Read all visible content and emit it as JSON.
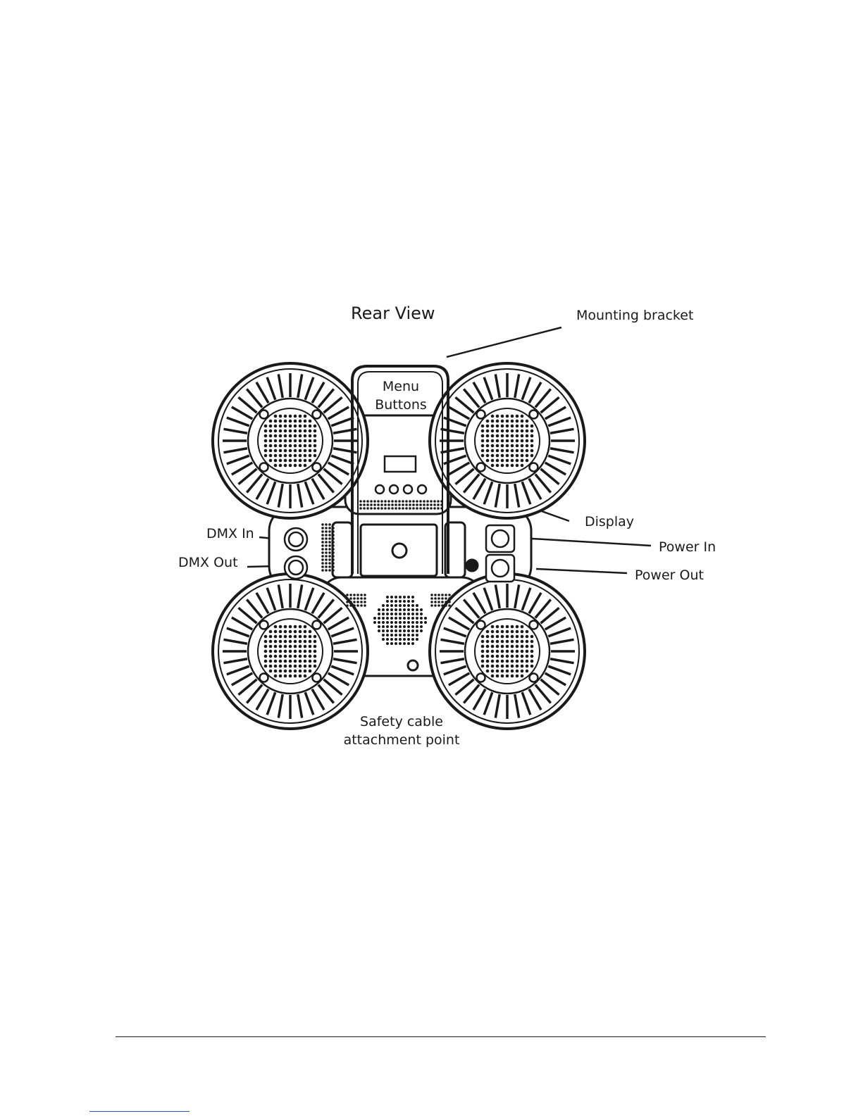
{
  "diagram": {
    "title": "Rear View",
    "callouts": {
      "mounting_bracket": "Mounting bracket",
      "menu_buttons": "Menu\nButtons",
      "display": "Display",
      "dmx_in": "DMX In",
      "dmx_out": "DMX Out",
      "power_in": "Power In",
      "power_out": "Power Out",
      "safety_cable": "Safety cable\nattachment point"
    }
  },
  "colors": {
    "ink": "#1a1a1a",
    "background": "#ffffff",
    "footer_link": "#2a52be"
  }
}
